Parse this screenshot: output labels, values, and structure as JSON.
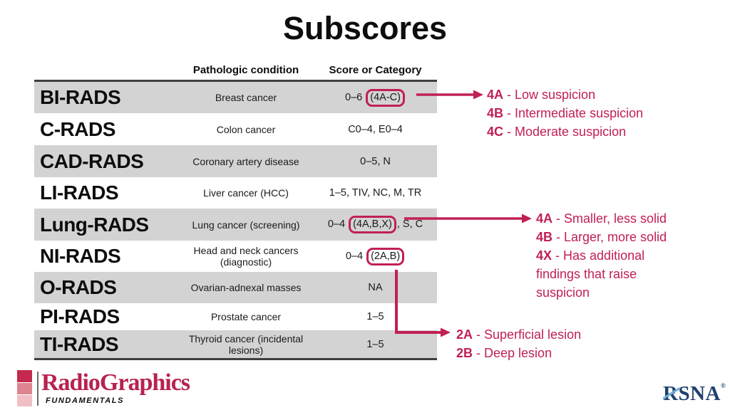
{
  "slide": {
    "title": "Subscores"
  },
  "table": {
    "headers": {
      "condition": "Pathologic condition",
      "score": "Score or Category"
    },
    "rows": [
      {
        "system": "BI-RADS",
        "condition": "Breast cancer",
        "score_prefix": "0–6 ",
        "score_boxed": "(4A-C)",
        "score_suffix": ""
      },
      {
        "system": "C-RADS",
        "condition": "Colon cancer",
        "score": "C0–4, E0–4"
      },
      {
        "system": "CAD-RADS",
        "condition": "Coronary artery disease",
        "score": "0–5, N"
      },
      {
        "system": "LI-RADS",
        "condition": "Liver cancer (HCC)",
        "score": "1–5, TIV, NC, M, TR"
      },
      {
        "system": "Lung-RADS",
        "condition": "Lung cancer (screening)",
        "score_prefix": "0–4 ",
        "score_boxed": "(4A,B,X)",
        "score_suffix": ", S, C"
      },
      {
        "system": "NI-RADS",
        "condition": "Head and neck cancers (diagnostic)",
        "score_prefix": "0–4 ",
        "score_boxed": "(2A,B)",
        "score_suffix": ""
      },
      {
        "system": "O-RADS",
        "condition": "Ovarian-adnexal masses",
        "score": "NA"
      },
      {
        "system": "PI-RADS",
        "condition": "Prostate cancer",
        "score": "1–5"
      },
      {
        "system": "TI-RADS",
        "condition": "Thyroid cancer (incidental lesions)",
        "score": "1–5"
      }
    ]
  },
  "annotations": {
    "birads_4": {
      "items": [
        {
          "code": "4A",
          "desc": " - Low suspicion"
        },
        {
          "code": "4B",
          "desc": " - Intermediate suspicion"
        },
        {
          "code": "4C",
          "desc": " - Moderate suspicion"
        }
      ]
    },
    "lungrads_4": {
      "items": [
        {
          "code": "4A",
          "desc": " - Smaller, less solid"
        },
        {
          "code": "4B",
          "desc": " - Larger, more solid"
        },
        {
          "code": "4X",
          "desc": " - Has additional findings that raise suspicion"
        }
      ]
    },
    "nirads_2": {
      "items": [
        {
          "code": "2A",
          "desc": " - Superficial lesion"
        },
        {
          "code": "2B",
          "desc": " - Deep lesion"
        }
      ]
    }
  },
  "footer": {
    "radiographics": {
      "name": "RadioGraphics",
      "tagline": "FUNDAMENTALS"
    },
    "rsna": {
      "name": "RSNA",
      "reg": "®"
    }
  },
  "colors": {
    "accent_crimson": "#C12053",
    "row_shade_gray": "#D3D3D3",
    "table_rule_dark": "#3F3F3F",
    "rsna_navy": "#20406E",
    "radiographics_crimson": "#B7234E",
    "logo_pink_mid": "#DD8490",
    "logo_pink_light": "#F0BFC6"
  }
}
